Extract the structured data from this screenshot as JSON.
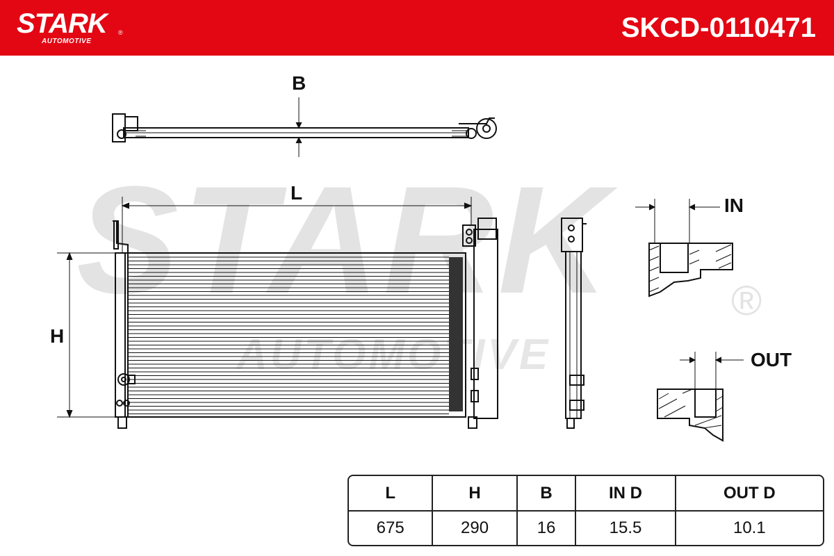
{
  "header": {
    "brand": "STARK",
    "brand_mark": "®",
    "brand_sub": "AUTOMOTIVE",
    "part_number": "SKCD-0110471",
    "color": "#e30613"
  },
  "watermark": {
    "text": "STARK",
    "sub": "AUTOMOTIVE",
    "mark": "®"
  },
  "labels": {
    "b": "B",
    "l": "L",
    "h": "H",
    "in": "IN",
    "out": "OUT"
  },
  "specs": {
    "headers": [
      "L",
      "H",
      "B",
      "IN D",
      "OUT D"
    ],
    "values": [
      "675",
      "290",
      "16",
      "15.5",
      "10.1"
    ]
  }
}
